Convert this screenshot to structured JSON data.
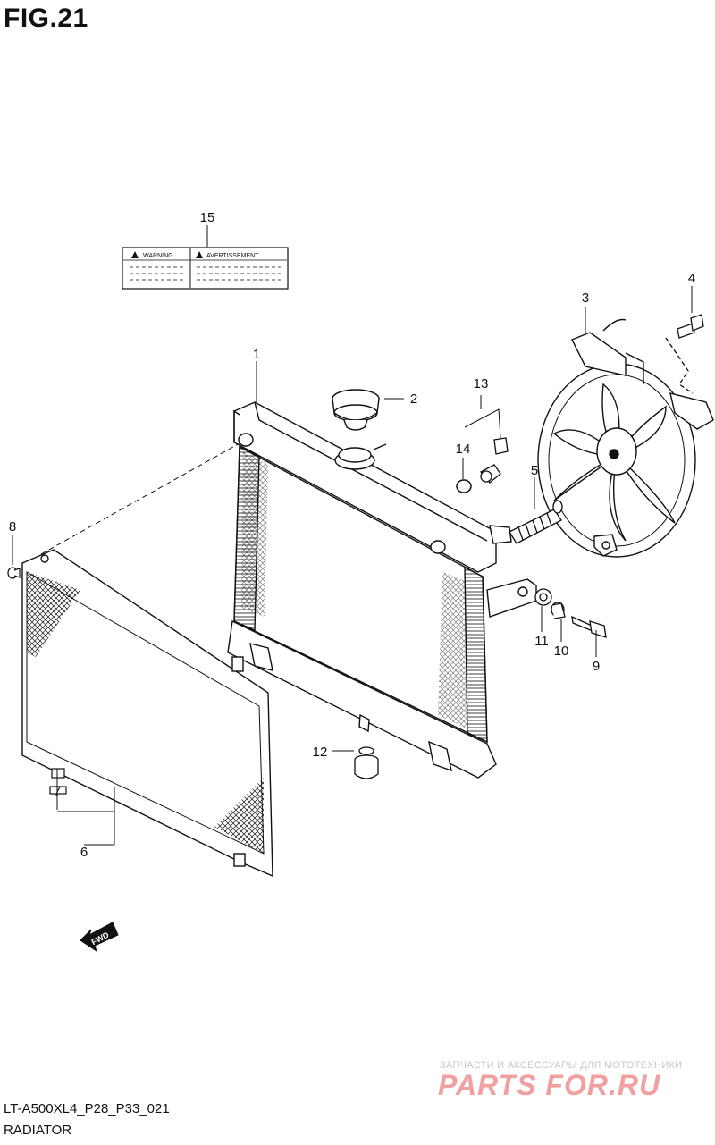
{
  "figure_title": "FIG.21",
  "drawing_code": "LT-A500XL4_P28_P33_021",
  "part_name": "RADIATOR",
  "label_sticker": {
    "left_text": "WARNING",
    "right_text": "AVERTISSEMENT"
  },
  "direction_arrow": "FWD",
  "callouts": [
    "1",
    "2",
    "3",
    "4",
    "5",
    "6",
    "7",
    "8",
    "9",
    "10",
    "11",
    "12",
    "13",
    "14",
    "15"
  ],
  "watermark": {
    "tagline": "ЗАПЧАСТИ И АКСЕССУАРЫ ДЛЯ МОТОТЕХНИКИ",
    "brand": "PARTS FOR.RU"
  },
  "colors": {
    "line": "#111111",
    "watermark_brand": "#f1a0a0",
    "watermark_tagline": "#c9c9c9"
  }
}
